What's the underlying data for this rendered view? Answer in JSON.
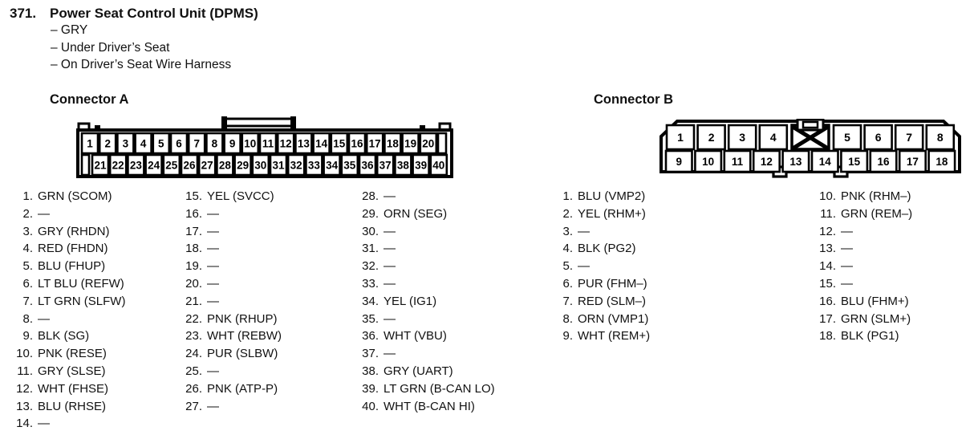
{
  "page": {
    "number": "371.",
    "title": "Power Seat Control Unit (DPMS)",
    "details": [
      "– GRY",
      "– Under Driver’s Seat",
      "– On Driver’s Seat Wire Harness"
    ],
    "ink_color": "#111111"
  },
  "connector_a": {
    "heading": "Connector A",
    "diagram": {
      "top_pins": [
        "1",
        "2",
        "3",
        "4",
        "5",
        "6",
        "7",
        "8",
        "9",
        "10",
        "11",
        "12",
        "13",
        "14",
        "15",
        "16",
        "17",
        "18",
        "19",
        "20"
      ],
      "bottom_pins": [
        "21",
        "22",
        "23",
        "24",
        "25",
        "26",
        "27",
        "28",
        "29",
        "30",
        "31",
        "32",
        "33",
        "34",
        "35",
        "36",
        "37",
        "38",
        "39",
        "40"
      ]
    },
    "columns": [
      {
        "pins": [
          {
            "n": "1.",
            "label": "GRN (SCOM)"
          },
          {
            "n": "2.",
            "label": "—"
          },
          {
            "n": "3.",
            "label": "GRY (RHDN)"
          },
          {
            "n": "4.",
            "label": "RED (FHDN)"
          },
          {
            "n": "5.",
            "label": "BLU (FHUP)"
          },
          {
            "n": "6.",
            "label": "LT BLU (REFW)"
          },
          {
            "n": "7.",
            "label": "LT GRN (SLFW)"
          },
          {
            "n": "8.",
            "label": "—"
          },
          {
            "n": "9.",
            "label": "BLK (SG)"
          },
          {
            "n": "10.",
            "label": "PNK (RESE)"
          },
          {
            "n": "11.",
            "label": "GRY (SLSE)"
          },
          {
            "n": "12.",
            "label": "WHT (FHSE)"
          },
          {
            "n": "13.",
            "label": "BLU (RHSE)"
          },
          {
            "n": "14.",
            "label": "—"
          }
        ]
      },
      {
        "pins": [
          {
            "n": "15.",
            "label": "YEL (SVCC)"
          },
          {
            "n": "16.",
            "label": "—"
          },
          {
            "n": "17.",
            "label": "—"
          },
          {
            "n": "18.",
            "label": "—"
          },
          {
            "n": "19.",
            "label": "—"
          },
          {
            "n": "20.",
            "label": "—"
          },
          {
            "n": "21.",
            "label": "—"
          },
          {
            "n": "22.",
            "label": "PNK (RHUP)"
          },
          {
            "n": "23.",
            "label": "WHT (REBW)"
          },
          {
            "n": "24.",
            "label": "PUR (SLBW)"
          },
          {
            "n": "25.",
            "label": "—"
          },
          {
            "n": "26.",
            "label": "PNK (ATP-P)"
          },
          {
            "n": "27.",
            "label": "—"
          }
        ]
      },
      {
        "pins": [
          {
            "n": "28.",
            "label": "—"
          },
          {
            "n": "29.",
            "label": "ORN (SEG)"
          },
          {
            "n": "30.",
            "label": "—"
          },
          {
            "n": "31.",
            "label": "—"
          },
          {
            "n": "32.",
            "label": "—"
          },
          {
            "n": "33.",
            "label": "—"
          },
          {
            "n": "34.",
            "label": "YEL (IG1)"
          },
          {
            "n": "35.",
            "label": "—"
          },
          {
            "n": "36.",
            "label": "WHT (VBU)"
          },
          {
            "n": "37.",
            "label": "—"
          },
          {
            "n": "38.",
            "label": "GRY (UART)"
          },
          {
            "n": "39.",
            "label": "LT GRN (B-CAN LO)"
          },
          {
            "n": "40.",
            "label": "WHT (B-CAN HI)"
          }
        ]
      }
    ]
  },
  "connector_b": {
    "heading": "Connector B",
    "diagram": {
      "top_pins_left": [
        "1",
        "2",
        "3",
        "4"
      ],
      "top_pins_right": [
        "5",
        "6",
        "7",
        "8"
      ],
      "bottom_pins": [
        "9",
        "10",
        "11",
        "12",
        "13",
        "14",
        "15",
        "16",
        "17",
        "18"
      ]
    },
    "columns": [
      {
        "pins": [
          {
            "n": "1.",
            "label": "BLU (VMP2)"
          },
          {
            "n": "2.",
            "label": "YEL (RHM+)"
          },
          {
            "n": "3.",
            "label": "—"
          },
          {
            "n": "4.",
            "label": "BLK (PG2)"
          },
          {
            "n": "5.",
            "label": "—"
          },
          {
            "n": "6.",
            "label": "PUR (FHM–)"
          },
          {
            "n": "7.",
            "label": "RED (SLM–)"
          },
          {
            "n": "8.",
            "label": "ORN (VMP1)"
          },
          {
            "n": "9.",
            "label": "WHT (REM+)"
          }
        ]
      },
      {
        "pins": [
          {
            "n": "10.",
            "label": "PNK (RHM–)"
          },
          {
            "n": "11.",
            "label": "GRN (REM–)"
          },
          {
            "n": "12.",
            "label": "—"
          },
          {
            "n": "13.",
            "label": "—"
          },
          {
            "n": "14.",
            "label": "—"
          },
          {
            "n": "15.",
            "label": "—"
          },
          {
            "n": "16.",
            "label": "BLU (FHM+)"
          },
          {
            "n": "17.",
            "label": "GRN (SLM+)"
          },
          {
            "n": "18.",
            "label": "BLK (PG1)"
          }
        ]
      }
    ]
  }
}
